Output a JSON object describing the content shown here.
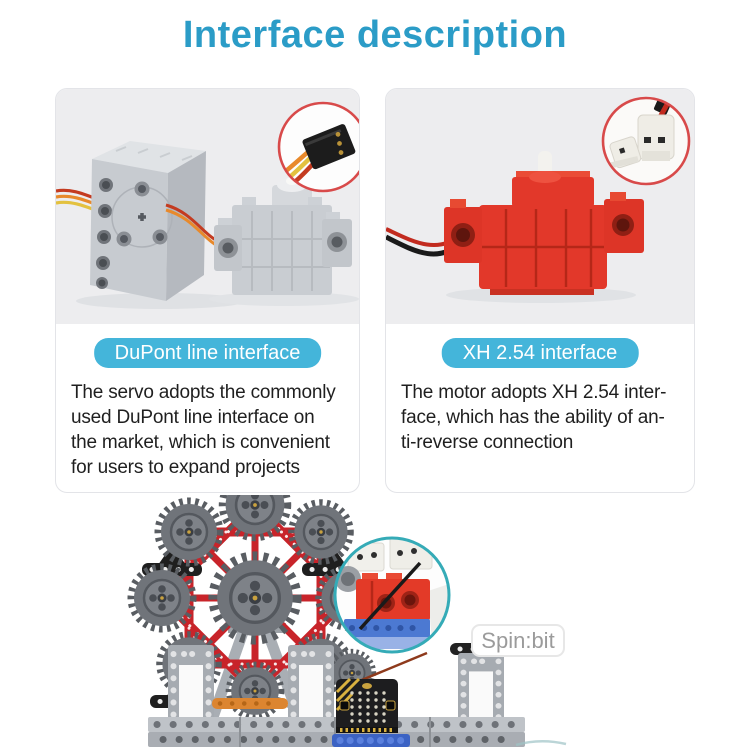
{
  "header": {
    "title": "Interface description"
  },
  "colors": {
    "accent_title": "#2B9CC7",
    "badge_bg": "#44B5DA",
    "zoom_circle_red": "#D84A4A",
    "zoom_circle_teal": "#35ABB7",
    "motor_red": "#E2382A",
    "servo_grey": "#C9CDD2",
    "microbit_blue_base": "#3C63C4"
  },
  "panels": [
    {
      "badge": "DuPont line interface",
      "lines": [
        "The servo adopts the commonly",
        "used DuPont line interface on",
        "the market, which is convenient",
        "for users to expand projects"
      ],
      "photo": "grey-servo-blocks-with-dupont-connector-closeup"
    },
    {
      "badge": "XH 2.54 interface",
      "lines": [
        "The motor adopts XH 2.54 inter-",
        "face, which has the ability of an-",
        "ti-reverse connection"
      ],
      "photo": "red-motor-with-xh254-connector-closeup"
    }
  ],
  "footer": {
    "label": "Spin:bit"
  }
}
